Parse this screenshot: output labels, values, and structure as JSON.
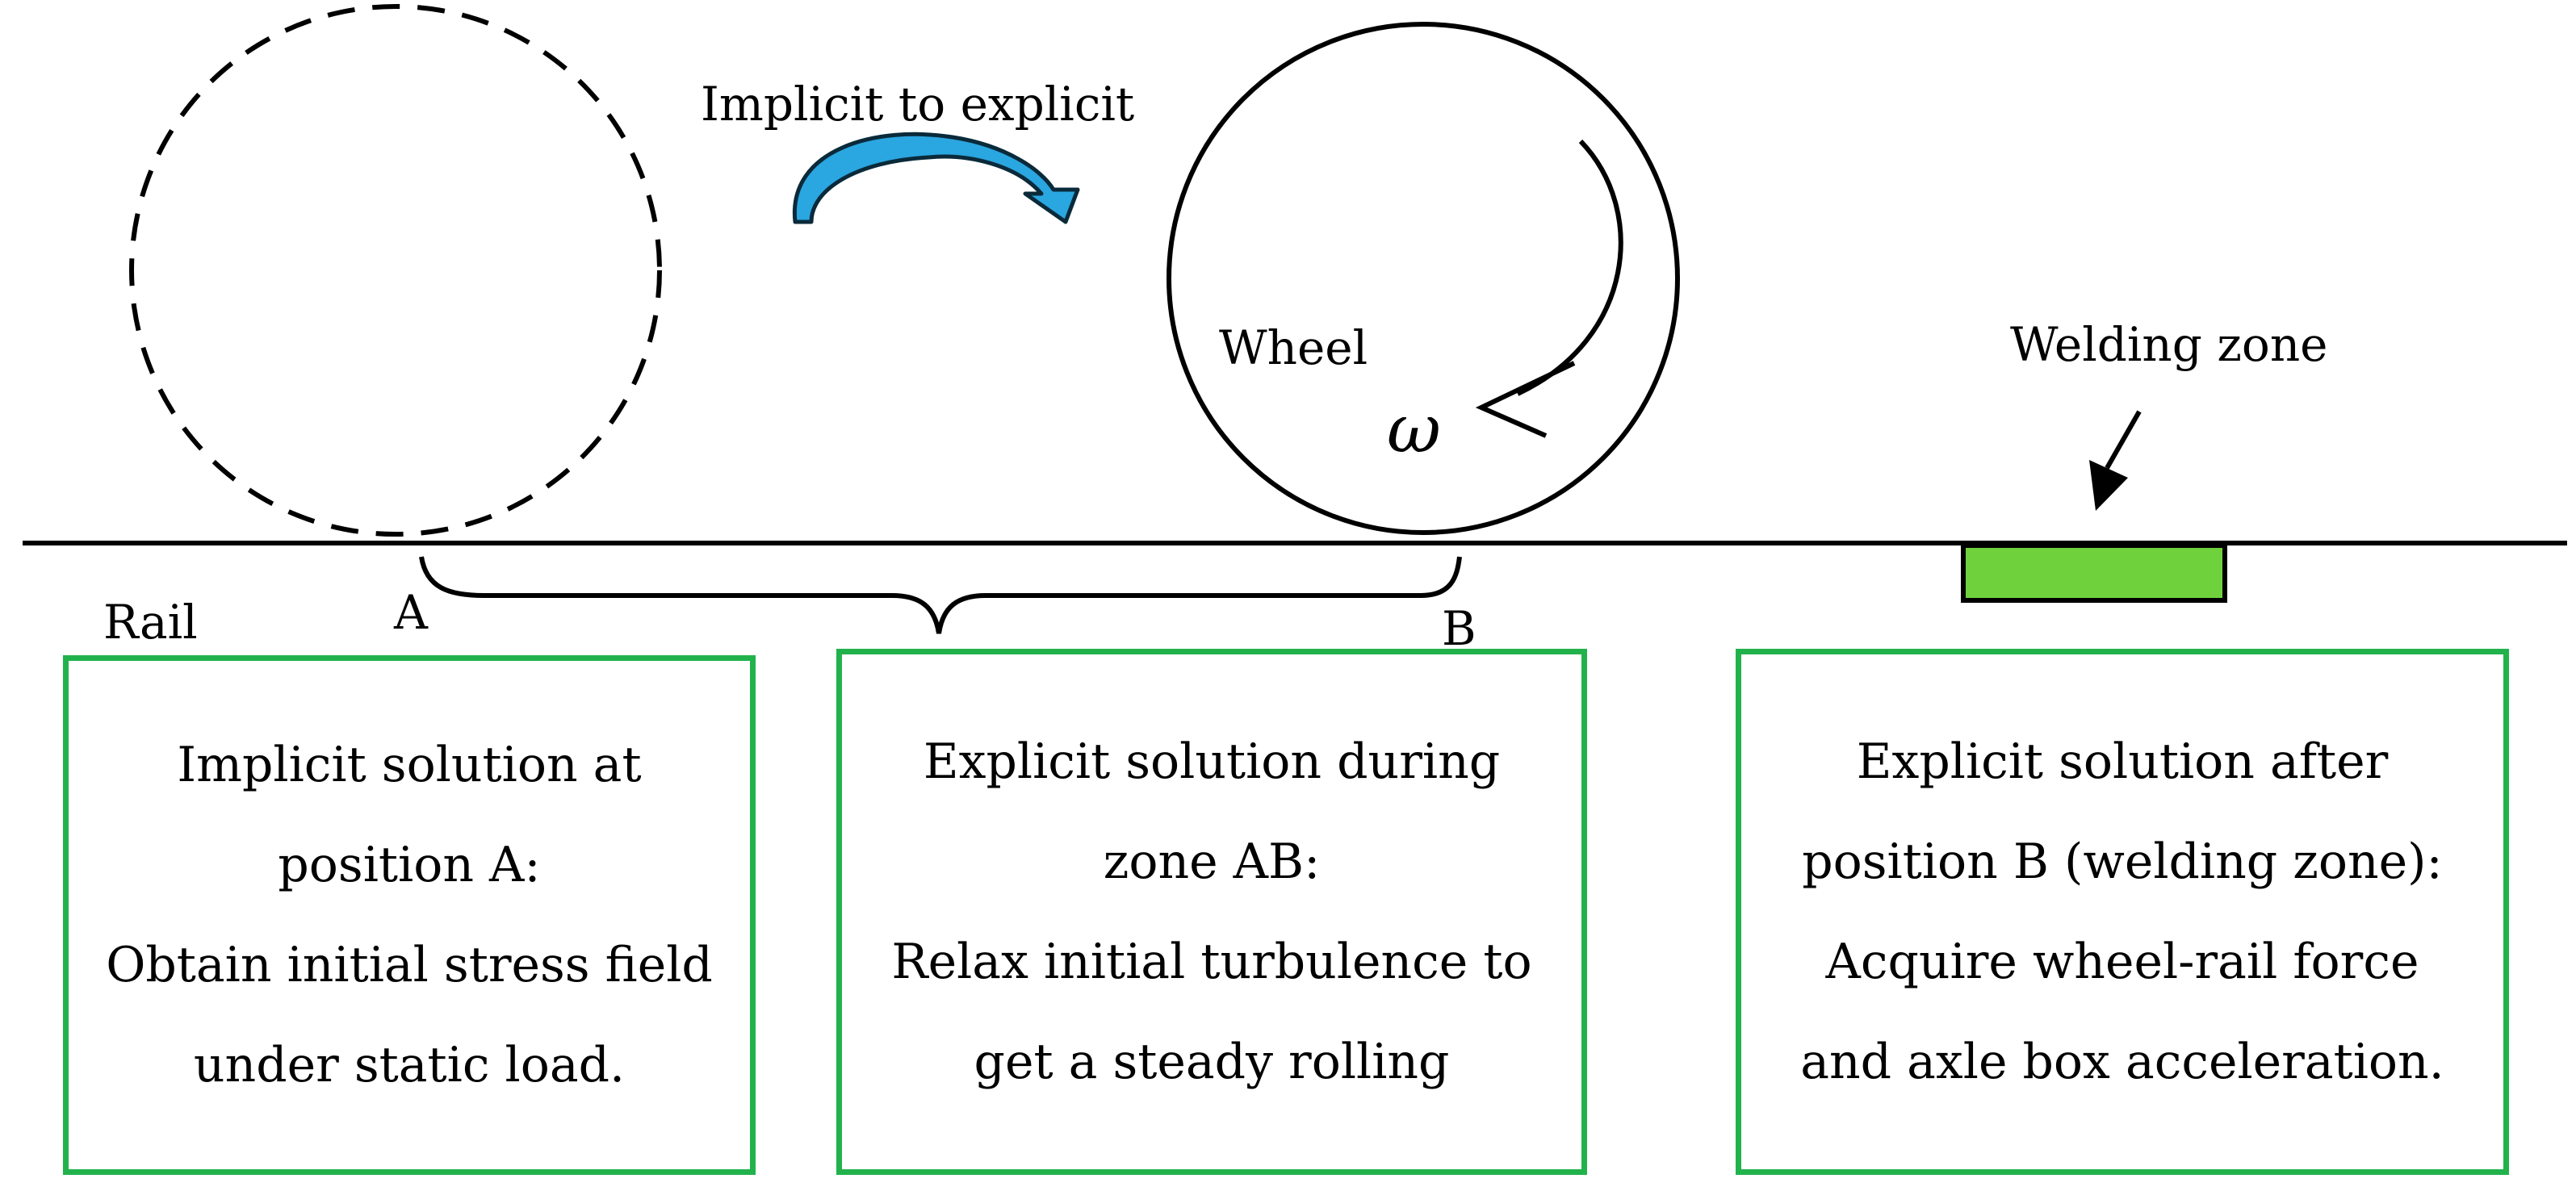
{
  "labels": {
    "implicit_to_explicit": "Implicit to explicit",
    "wheel": "Wheel",
    "omega": "ω",
    "welding_zone": "Welding zone",
    "rail": "Rail",
    "point_a": "A",
    "point_b": "B"
  },
  "boxes": [
    {
      "lines": [
        "Implicit solution at",
        "position A:",
        "Obtain initial stress field",
        "under static load."
      ]
    },
    {
      "lines": [
        "Explicit solution during",
        "zone AB:",
        "Relax initial turbulence to",
        "get a steady rolling"
      ]
    },
    {
      "lines": [
        "Explicit solution after",
        "position B (welding zone):",
        "Acquire wheel-rail force",
        "and axle box acceleration."
      ]
    }
  ],
  "colors": {
    "box_border": "#22b24c",
    "welding_zone_fill": "#6fd23c",
    "transition_arrow": "#2aa6e0",
    "line": "#000000"
  }
}
